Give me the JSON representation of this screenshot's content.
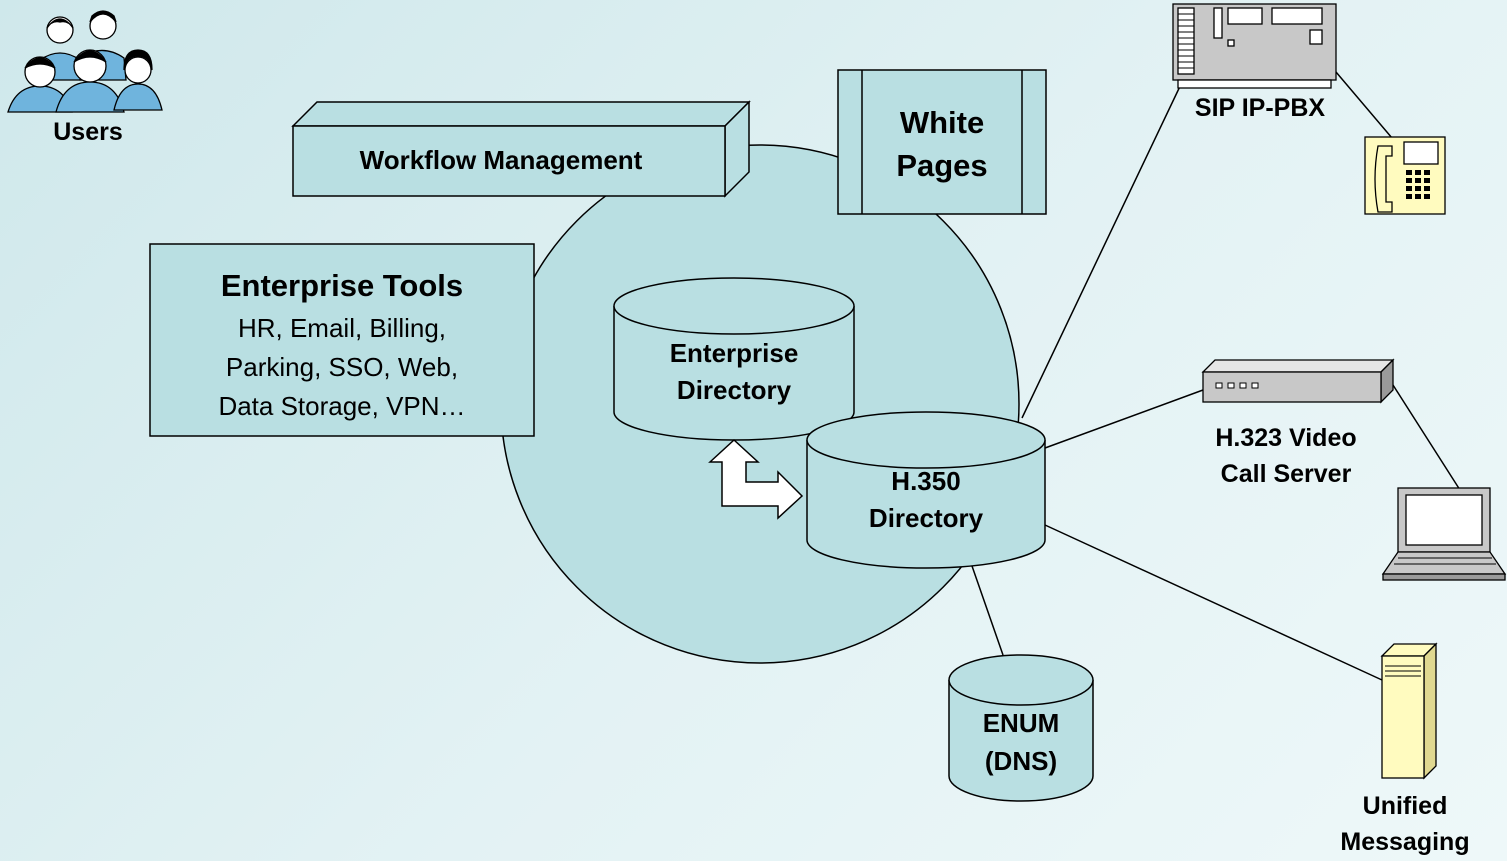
{
  "users": {
    "label": "Users"
  },
  "workflow": {
    "label": "Workflow Management"
  },
  "white_pages": {
    "line1": "White",
    "line2": "Pages"
  },
  "enterprise_tools": {
    "title": "Enterprise Tools",
    "lines": [
      "HR, Email, Billing,",
      "Parking, SSO, Web,",
      "Data Storage, VPN…"
    ]
  },
  "enterprise_directory": {
    "line1": "Enterprise",
    "line2": "Directory"
  },
  "h350_directory": {
    "line1": "H.350",
    "line2": "Directory"
  },
  "enum": {
    "line1": "ENUM",
    "line2": "(DNS)"
  },
  "sip": {
    "label": "SIP IP-PBX"
  },
  "h323": {
    "line1": "H.323 Video",
    "line2": "Call Server"
  },
  "unified": {
    "line1": "Unified",
    "line2": "Messaging"
  },
  "colors": {
    "shape_fill": "#b9dfe2",
    "outline": "#000000",
    "device_fill": "#c8c8c8",
    "server_fill": "#fffbbf",
    "phone_fill": "#fffbbf"
  },
  "icons": [
    "people-icon",
    "pbx-icon",
    "phone-icon",
    "video-server-icon",
    "laptop-icon",
    "server-tower-icon"
  ]
}
